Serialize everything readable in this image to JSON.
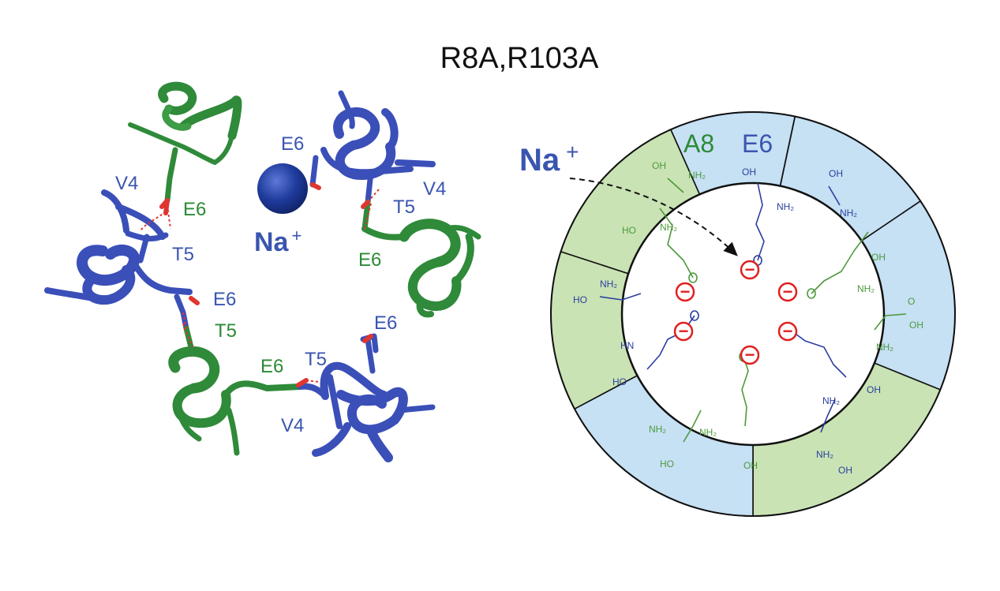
{
  "title": "R8A,R103A",
  "left_panel": {
    "ion": {
      "symbol": "Na",
      "charge": "+"
    },
    "residue_labels": [
      {
        "text": "E6",
        "color": "blue"
      },
      {
        "text": "V4",
        "color": "blue"
      },
      {
        "text": "E6",
        "color": "green"
      },
      {
        "text": "T5",
        "color": "blue"
      },
      {
        "text": "V4",
        "color": "blue"
      },
      {
        "text": "T5",
        "color": "blue"
      },
      {
        "text": "E6",
        "color": "green"
      },
      {
        "text": "E6",
        "color": "blue"
      },
      {
        "text": "T5",
        "color": "green"
      },
      {
        "text": "E6",
        "color": "blue"
      },
      {
        "text": "E6",
        "color": "green"
      },
      {
        "text": "T5",
        "color": "blue"
      },
      {
        "text": "V4",
        "color": "blue"
      }
    ]
  },
  "right_panel": {
    "ion": {
      "symbol": "Na",
      "charge": "+"
    },
    "segment_labels": [
      {
        "text": "A8",
        "color": "green"
      },
      {
        "text": "E6",
        "color": "blue"
      }
    ],
    "ring_segments": [
      "blue",
      "blue",
      "green",
      "blue",
      "green",
      "green",
      "blue",
      "green"
    ],
    "negative_charge_symbol": "−",
    "negative_charge_count": 6,
    "chem_text": {
      "oh": "OH",
      "ho": "HO",
      "nh2": "NH₂",
      "hn": "HN",
      "o": "O"
    }
  },
  "colors": {
    "blue_residue": "#3a55b0",
    "green_residue": "#2c8a36",
    "ring_blue": "#c6e0f4",
    "ring_green": "#c9e3b4",
    "ion_sphere": "#1e3a9a",
    "negative_charge": "#e02020",
    "text_dark": "#111111"
  }
}
